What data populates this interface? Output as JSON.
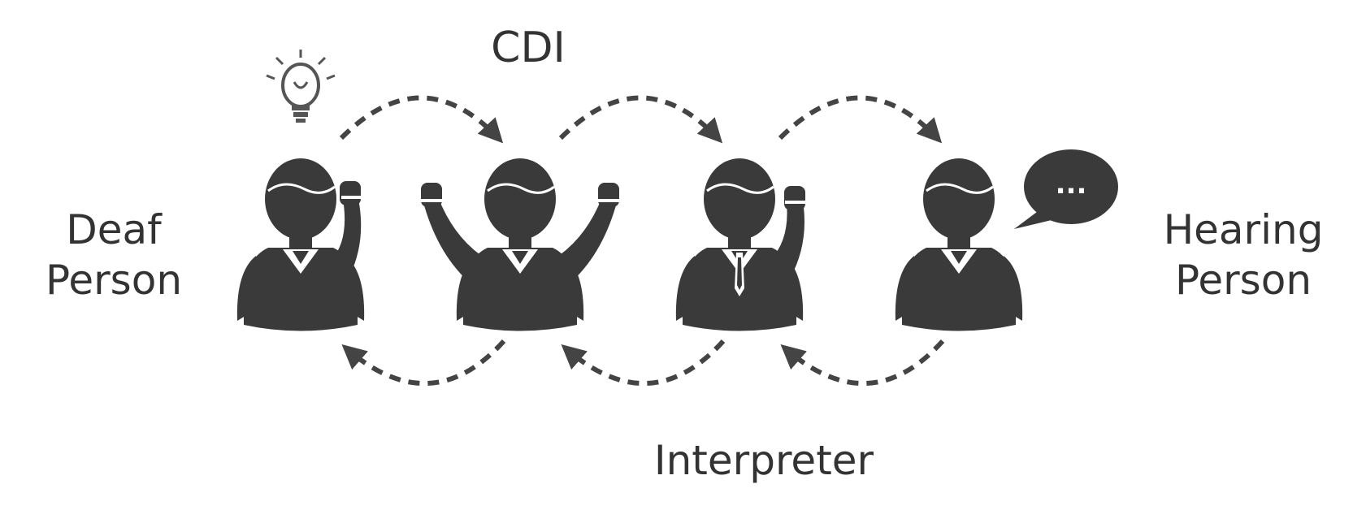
{
  "diagram": {
    "title_label": "CDI",
    "bottom_label": "Interpreter",
    "left_label": {
      "line1": "Deaf",
      "line2": "Person"
    },
    "right_label": {
      "line1": "Hearing",
      "line2": "Person"
    },
    "speech_bubble_text": "...",
    "figures": [
      {
        "role": "deaf-person",
        "icon": "person-waving-icon"
      },
      {
        "role": "cdi",
        "icon": "person-arms-raised-icon"
      },
      {
        "role": "interpreter",
        "icon": "person-suit-waving-icon"
      },
      {
        "role": "hearing-person",
        "icon": "person-icon"
      }
    ],
    "colors": {
      "figure": "#3a3a3a",
      "arrow": "#444444",
      "text": "#333333"
    }
  }
}
